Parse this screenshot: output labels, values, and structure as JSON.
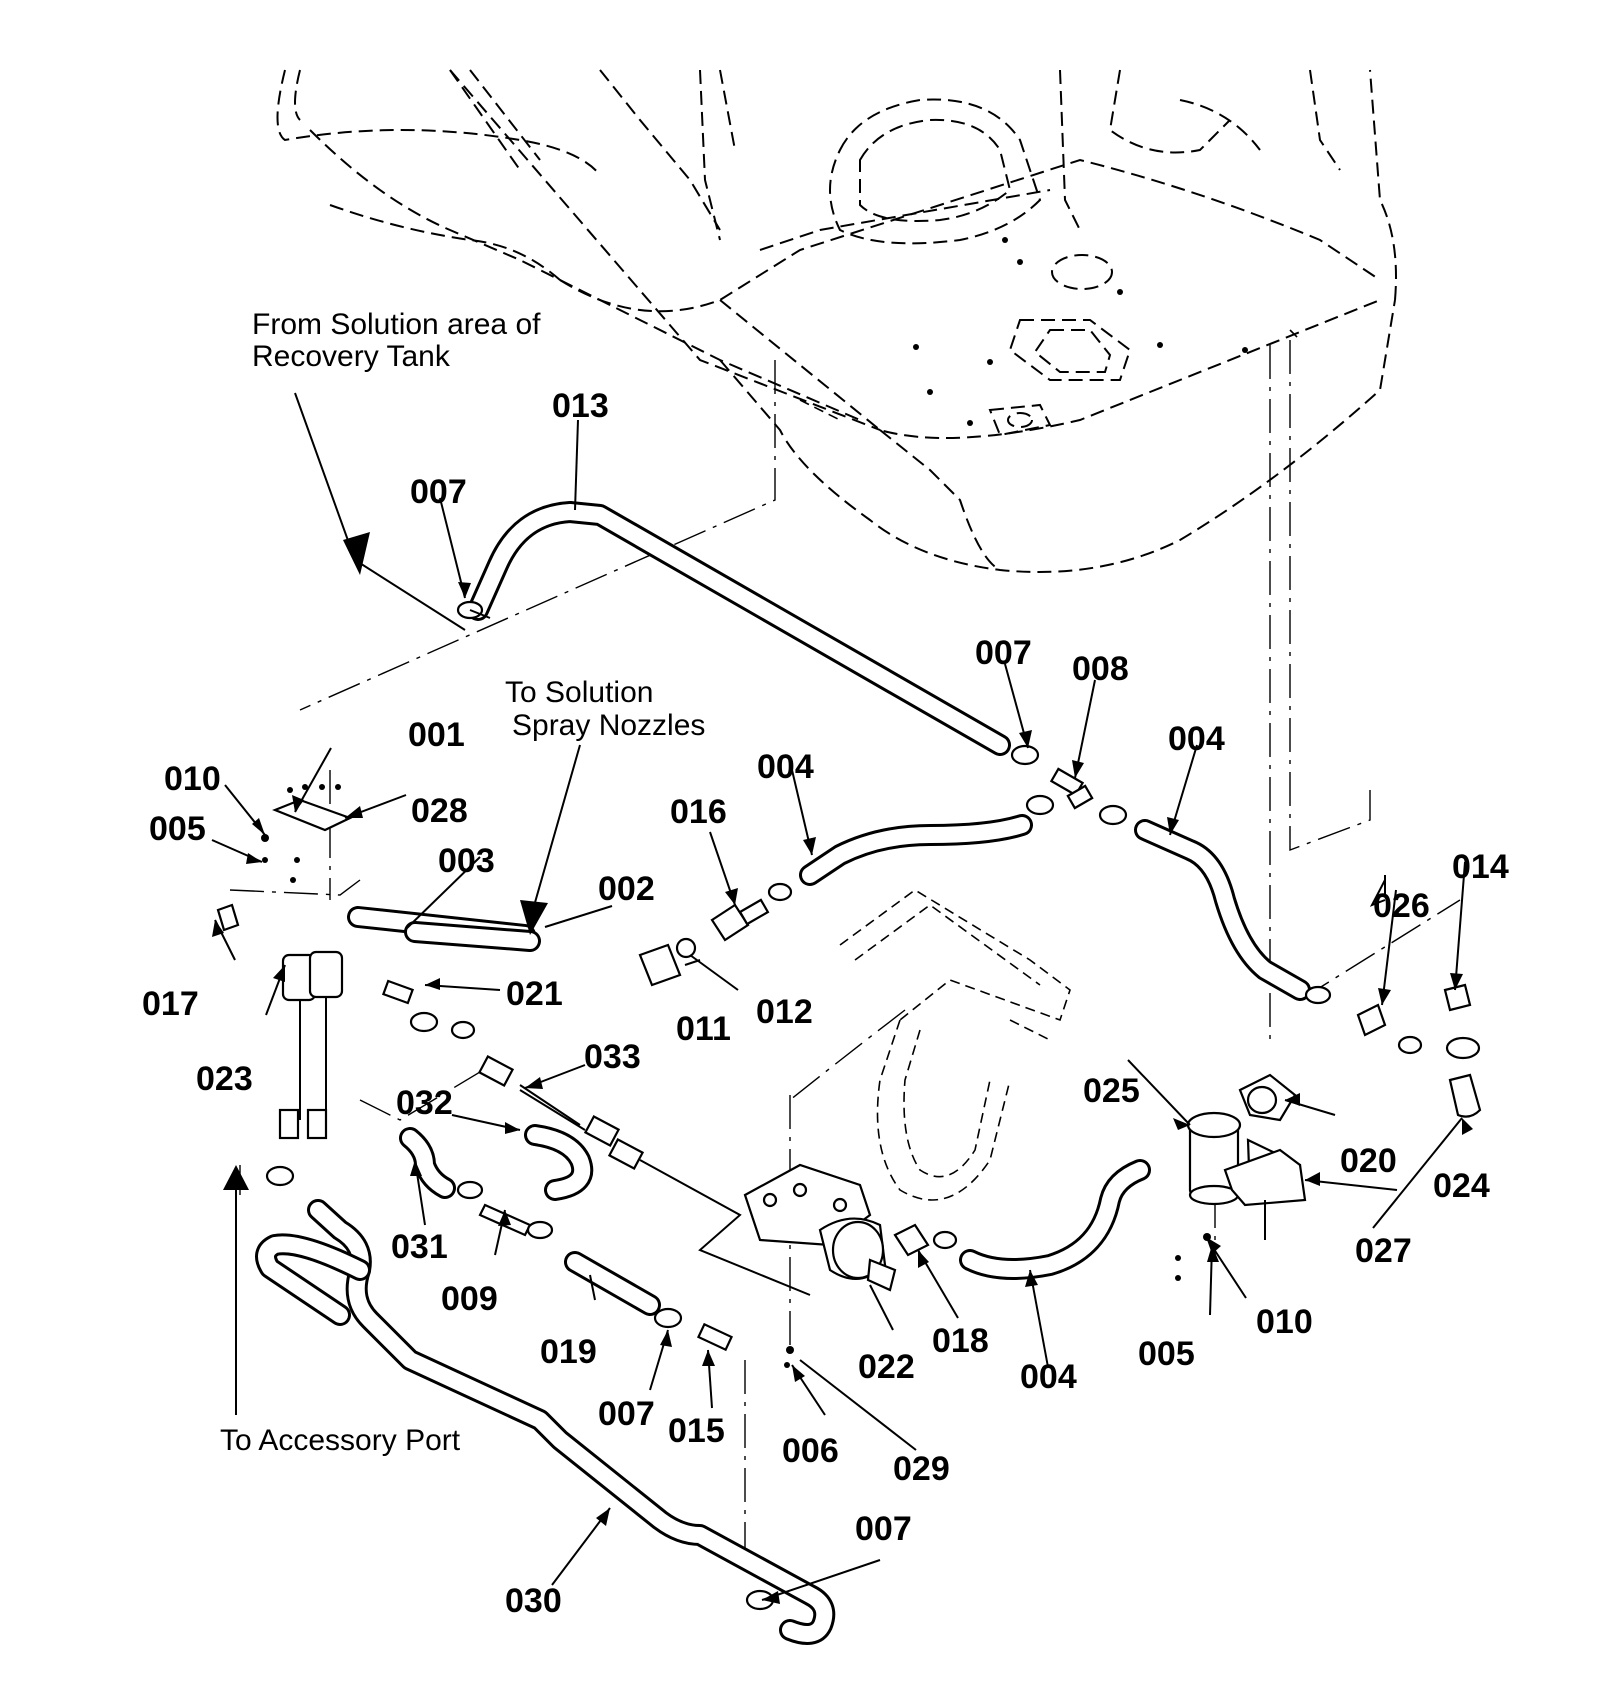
{
  "labels": {
    "p001": "001",
    "p002": "002",
    "p003": "003",
    "p004a": "004",
    "p004b": "004",
    "p004c": "004",
    "p005a": "005",
    "p005b": "005",
    "p006": "006",
    "p007a": "007",
    "p007b": "007",
    "p007c": "007",
    "p007d": "007",
    "p008": "008",
    "p009": "009",
    "p010a": "010",
    "p010b": "010",
    "p011": "011",
    "p012": "012",
    "p013": "013",
    "p014": "014",
    "p015": "015",
    "p016": "016",
    "p017": "017",
    "p018": "018",
    "p019": "019",
    "p020": "020",
    "p021": "021",
    "p022": "022",
    "p023": "023",
    "p024": "024",
    "p025": "025",
    "p026": "026",
    "p027": "027",
    "p028": "028",
    "p029": "029",
    "p030": "030",
    "p031": "031",
    "p032": "032",
    "p033": "033"
  },
  "notes": {
    "from_solution_l1": "From Solution area of",
    "from_solution_l2": "Recovery Tank",
    "to_spray_l1": "To Solution",
    "to_spray_l2": "Spray Nozzles",
    "to_accessory": "To Accessory Port"
  }
}
